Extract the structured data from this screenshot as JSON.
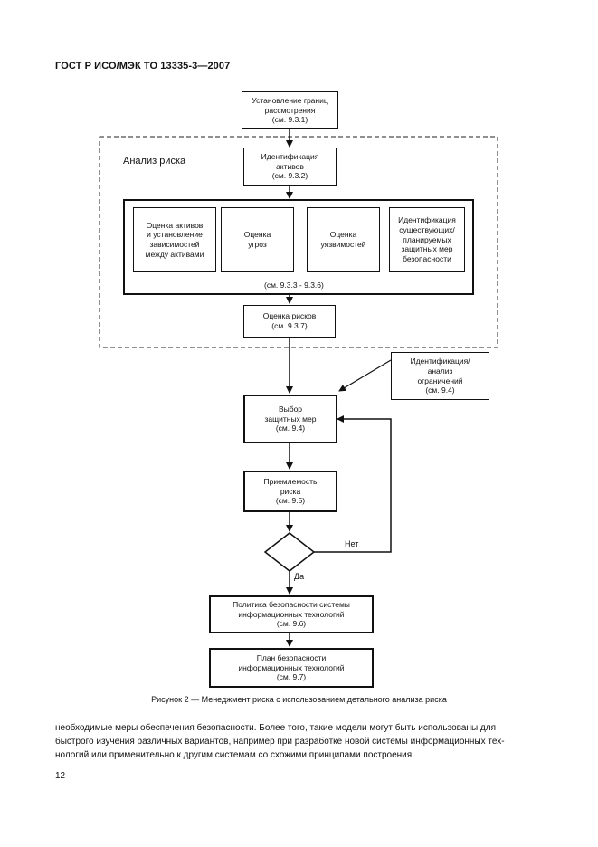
{
  "header": {
    "standard": "ГОСТ Р ИСО/МЭК ТО 13335-3—2007"
  },
  "diagram": {
    "region_label": "Анализ риска",
    "boxes": {
      "scope": "Установление границ\nрассмотрения\n(см. 9.3.1)",
      "assets": "Идентификация\nактивов\n(см. 9.3.2)",
      "asset_valuation": "Оценка активов\nи установление\nзависимостей\nмежду активами",
      "threat": "Оценка\nугроз",
      "vulnerability": "Оценка\nуязвимостей",
      "controls_id": "Идентификация\nсуществующих/\nпланируемых\nзащитных мер\nбезопасности",
      "risk_assessment": "Оценка рисков\n(см. 9.3.7)",
      "constraints": "Идентификация/\nанализ\nограничений\n(см. 9.4)",
      "selection": "Выбор\nзащитных мер\n(см. 9.4)",
      "acceptance": "Приемлемость\nриска\n(см. 9.5)",
      "policy": "Политика безопасности системы\nинформационных технологий\n(см. 9.6)",
      "plan": "План безопасности\nинформационных технологий\n(см. 9.7)"
    },
    "group_ref": "(см. 9.3.3 - 9.3.6)",
    "decision_no": "Нет",
    "decision_yes": "Да"
  },
  "caption": "Рисунок 2 — Менеджмент риска с использованием детального анализа риска",
  "body_lines": [
    "необходимые меры обеспечения безопасности. Более того, такие модели могут быть использованы для",
    "быстрого изучения различных вариантов, например при разработке новой системы информационных тех-",
    "нологий или применительно к другим системам со схожими принципами построения."
  ],
  "page_number": "12"
}
